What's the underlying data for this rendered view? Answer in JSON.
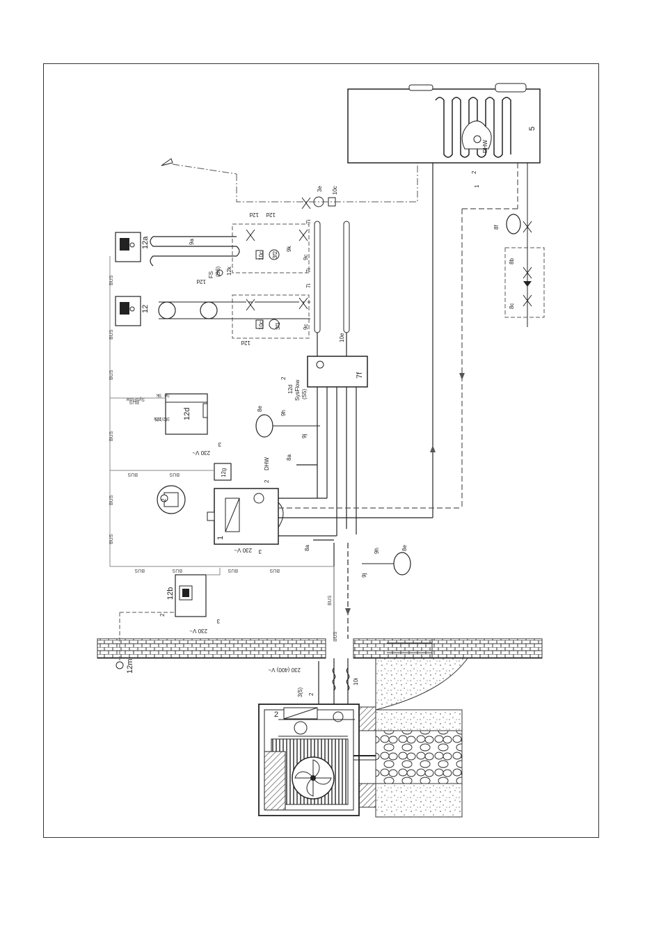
{
  "units": {
    "heat_pump": "2",
    "boiler": "1",
    "cylinder": "5",
    "hydraulic_station": "7f",
    "remote_wall": "12b",
    "controller_12d": "12d",
    "room_unit_12g": "12g",
    "outdoor_sensor": "12m",
    "heating_room_12": "12",
    "heating_room_12a": "12a",
    "dhw": "DHW"
  },
  "components": {
    "pump_3e": "3e",
    "pump_3f1": "3f1",
    "pump_3f2": "3f2",
    "valve_10c_top": "10c",
    "valve_10c_a": "10c",
    "valve_10c_b": "10c",
    "valve_9a": "9a",
    "valve_9k": "9k",
    "valve_9c_a": "9c",
    "valve_9c_b": "9c",
    "sensor_12k": "12k",
    "fs": "FS",
    "fs_sub": "(S6)",
    "sysflow": "SysFlow",
    "sysflow_sub": "(S5)",
    "code_7i_a": "7i",
    "code_7i_b": "7i",
    "code_7i_c": "7i",
    "valve_10e": "10e",
    "vessel_8e_a": "8e",
    "vessel_8e_b": "8e",
    "valve_9h_a": "9h",
    "valve_9h_b": "9h",
    "valve_9j_a": "9j",
    "valve_9j_b": "9j",
    "valve_8a_a": "8a",
    "valve_8a_b": "8a",
    "vessel_8f": "8f",
    "group_8b": "8b",
    "group_8c": "8c",
    "hose_10i": "10i",
    "circle_2": "2"
  },
  "cables": {
    "bus": "BUS",
    "v230": "230 V~",
    "v230_400": "230 (400) V~",
    "n1": "1",
    "n2": "2",
    "n3": "3",
    "n3_5": "3(5)",
    "c12d": "12d",
    "c12d_b": "12d",
    "c12d_c": "12d",
    "c12d_d": "12d",
    "sysflow_small": "SysFlow",
    "t_3f1": "3f1",
    "t_3f2_12k": "3f2/12k",
    "t_9k": "9k",
    "t_3e": "3e"
  },
  "colors": {
    "line": "#222222",
    "dashed": "#555555",
    "bus": "#888888",
    "brick": "#444444"
  }
}
